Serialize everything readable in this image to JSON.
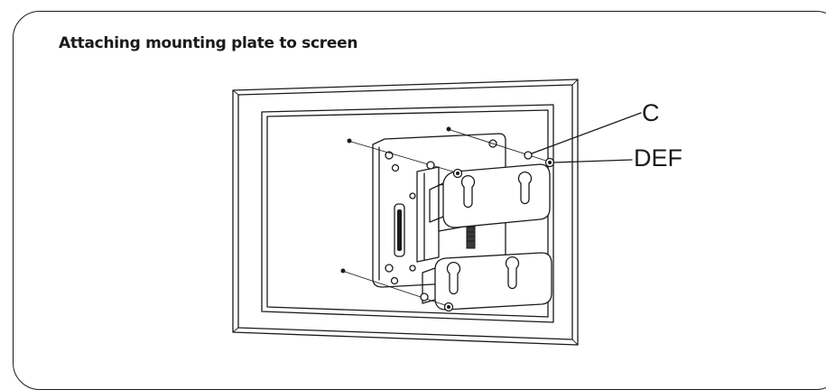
{
  "title": "Attaching mounting plate to screen",
  "callouts": {
    "c": "C",
    "def": "DEF"
  },
  "colors": {
    "ink": "#1a1a1a",
    "background": "#ffffff"
  }
}
